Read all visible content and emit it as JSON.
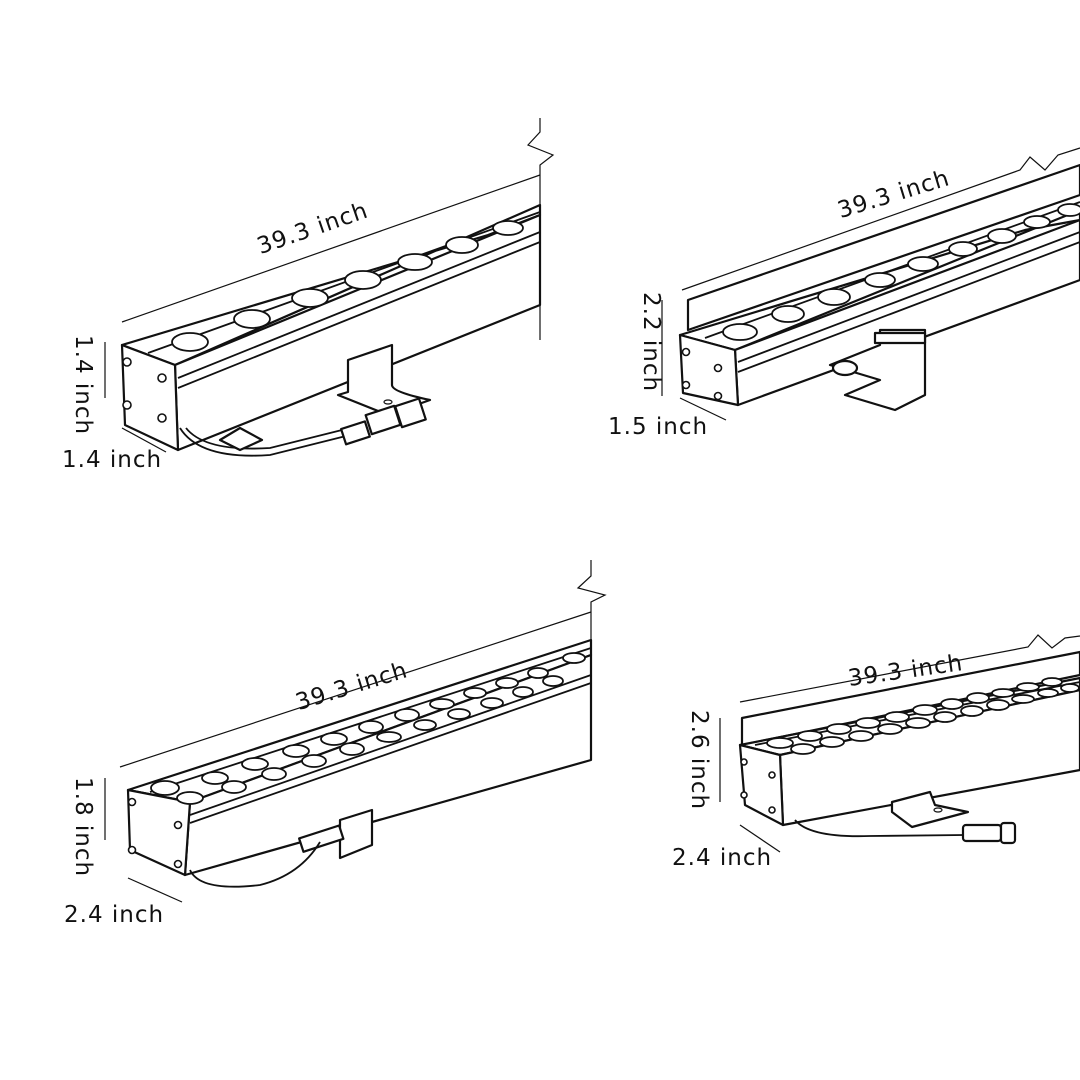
{
  "diagram": {
    "type": "product-dimension-drawing",
    "subject": "LED linear wall washer light bars",
    "line_color": "#111111",
    "background": "#ffffff",
    "fixtures": [
      {
        "position": "top-left",
        "length_label": "39.3 inch",
        "height_label": "1.4 inch",
        "width_label": "1.4 inch",
        "lens_rows": 1,
        "mount": "bracket with connector cable"
      },
      {
        "position": "top-right",
        "length_label": "39.3 inch",
        "height_label": "2.2 inch",
        "width_label": "1.5 inch",
        "lens_rows": 1,
        "mount": "U-bracket"
      },
      {
        "position": "bottom-left",
        "length_label": "39.3 inch",
        "height_label": "1.8 inch",
        "width_label": "2.4 inch",
        "lens_rows": 2,
        "mount": "clip bracket with cable"
      },
      {
        "position": "bottom-right",
        "length_label": "39.3 inch",
        "height_label": "2.6 inch",
        "width_label": "2.4 inch",
        "lens_rows": 2,
        "mount": "bracket with connector cable"
      }
    ]
  }
}
